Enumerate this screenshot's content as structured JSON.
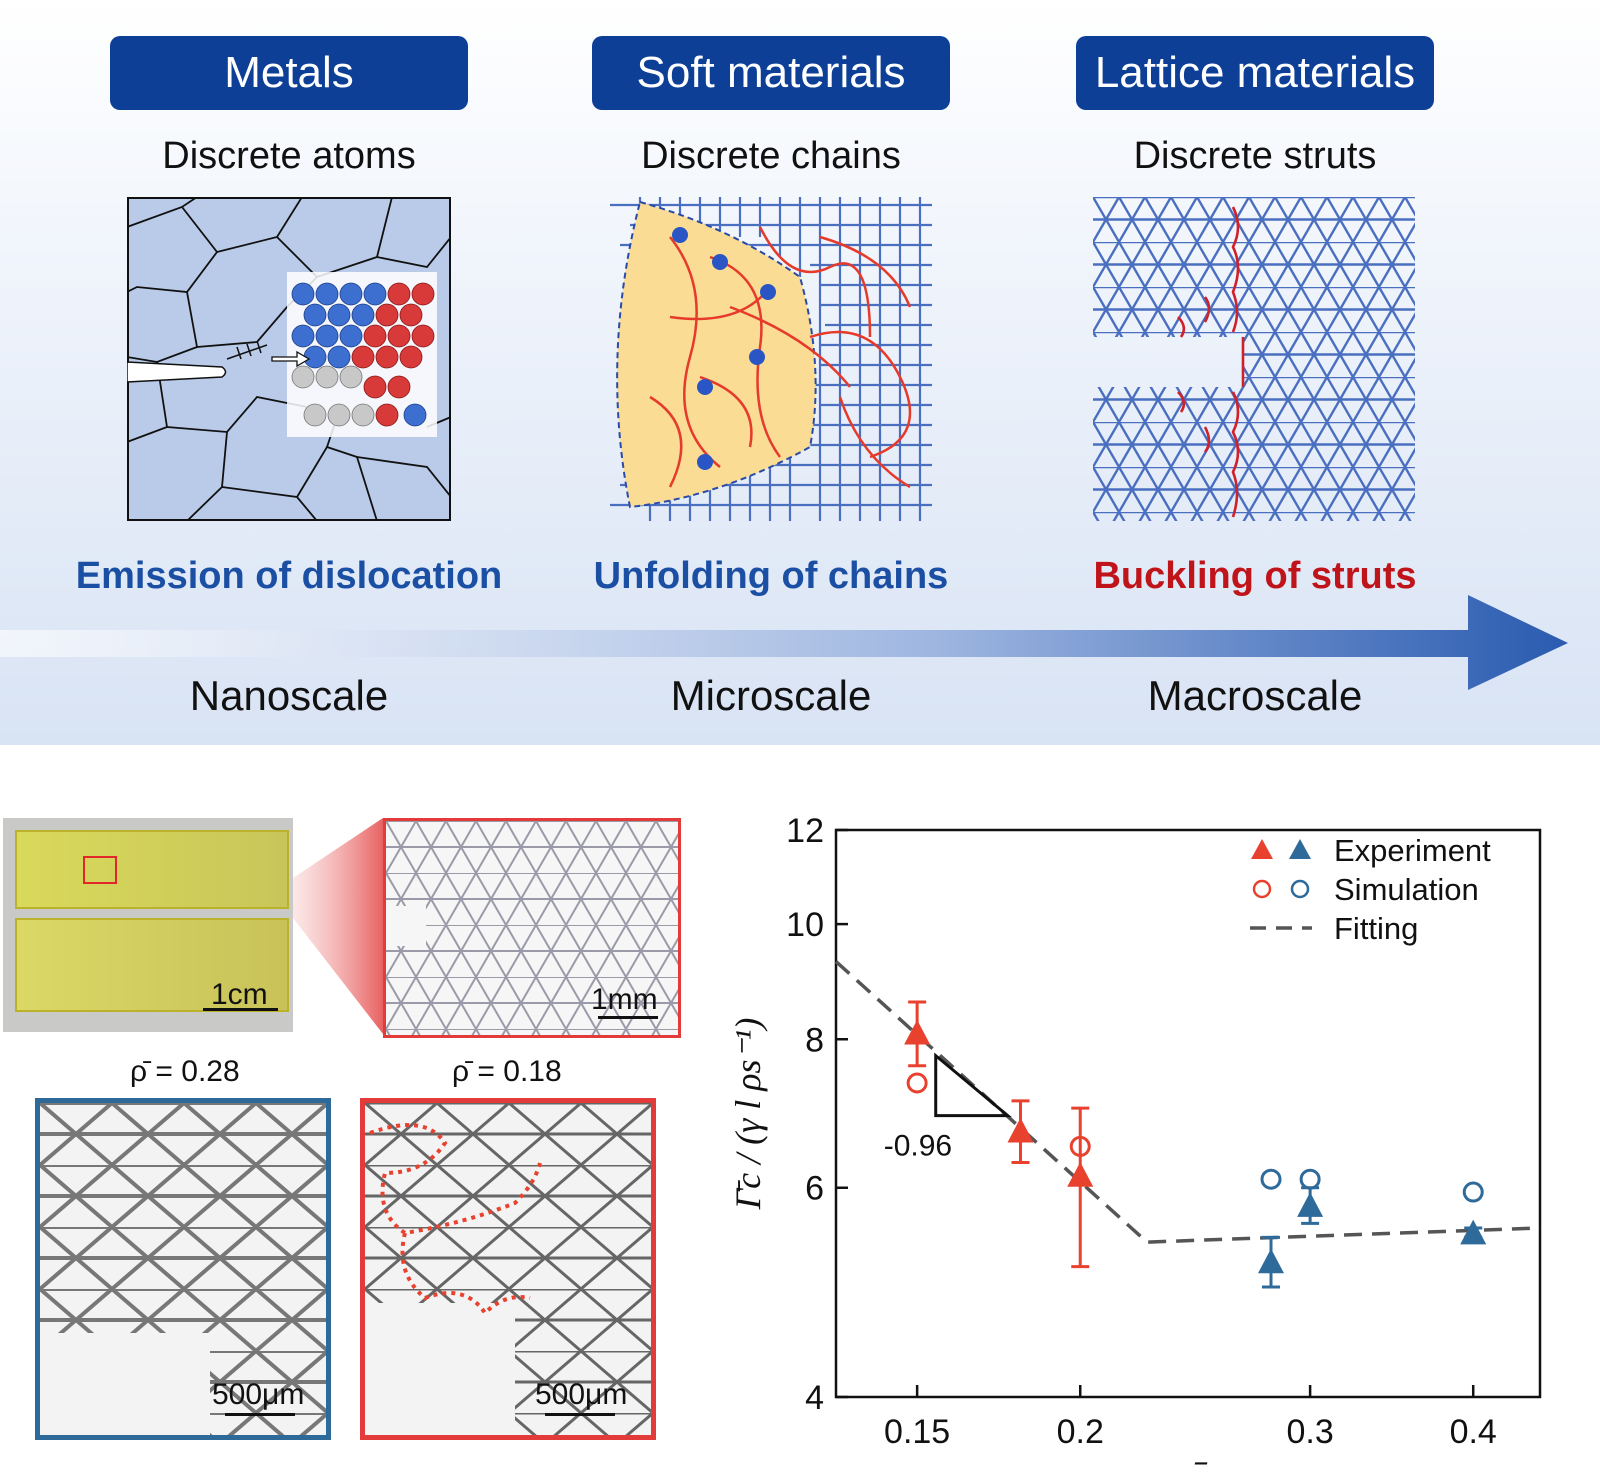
{
  "colors": {
    "navy": "#0d3f97",
    "blue_text": "#1b4fa3",
    "red_text": "#c0141b",
    "lattice_blue": "#4a6fc0",
    "red_strand": "#e63a2a",
    "exp_red": "#e8422e",
    "exp_blue": "#2e6a9a"
  },
  "top": {
    "columns": [
      {
        "title": "Metals",
        "subtitle": "Discrete atoms",
        "mechanism": "Emission of dislocation",
        "scale": "Nanoscale"
      },
      {
        "title": "Soft materials",
        "subtitle": "Discrete chains",
        "mechanism": "Unfolding of chains",
        "scale": "Microscale"
      },
      {
        "title": "Lattice materials",
        "subtitle": "Discrete struts",
        "mechanism": "Buckling of struts",
        "scale": "Macroscale"
      }
    ]
  },
  "photos": {
    "sample_scale": "1cm",
    "zoom_scale": "1mm",
    "left_label": "ρ̄ = 0.28",
    "right_label": "ρ̄ = 0.18",
    "left_scale": "500μm",
    "right_scale": "500μm"
  },
  "chart_data": {
    "type": "scatter",
    "xlabel": "ρ̄",
    "ylabel": "Γ̄c / (γ l ρs⁻¹)",
    "x_scale": "log",
    "y_scale": "log",
    "xlim": [
      0.13,
      0.45
    ],
    "ylim": [
      4,
      12
    ],
    "x_ticks": [
      "0.15",
      "0.2",
      "0.3",
      "0.4"
    ],
    "x_tick_values": [
      0.15,
      0.2,
      0.3,
      0.4
    ],
    "y_ticks": [
      "4",
      "6",
      "8",
      "10",
      "12"
    ],
    "y_tick_values": [
      4,
      6,
      8,
      10,
      12
    ],
    "legend": [
      "Experiment",
      "Simulation",
      "Fitting"
    ],
    "legend_position": "top-right",
    "slope_annotation": "-0.96",
    "experiment_red": [
      {
        "x": 0.15,
        "y": 8.1,
        "err_low": 7.6,
        "err_high": 8.6
      },
      {
        "x": 0.18,
        "y": 6.7,
        "err_low": 6.3,
        "err_high": 7.1
      },
      {
        "x": 0.2,
        "y": 6.15,
        "err_low": 5.15,
        "err_high": 7.0
      }
    ],
    "experiment_blue": [
      {
        "x": 0.28,
        "y": 5.2,
        "err_low": 4.95,
        "err_high": 5.45
      },
      {
        "x": 0.3,
        "y": 5.8,
        "err_low": 5.6,
        "err_high": 6.0
      },
      {
        "x": 0.4,
        "y": 5.5,
        "err_low": 5.45,
        "err_high": 5.55
      }
    ],
    "simulation_red": [
      {
        "x": 0.15,
        "y": 7.35
      },
      {
        "x": 0.2,
        "y": 6.5
      }
    ],
    "simulation_blue": [
      {
        "x": 0.28,
        "y": 6.1
      },
      {
        "x": 0.3,
        "y": 6.1
      },
      {
        "x": 0.4,
        "y": 5.95
      }
    ],
    "fitting": [
      {
        "x": 0.13,
        "y": 9.3
      },
      {
        "x": 0.225,
        "y": 5.4
      },
      {
        "x": 0.45,
        "y": 5.55
      }
    ]
  }
}
